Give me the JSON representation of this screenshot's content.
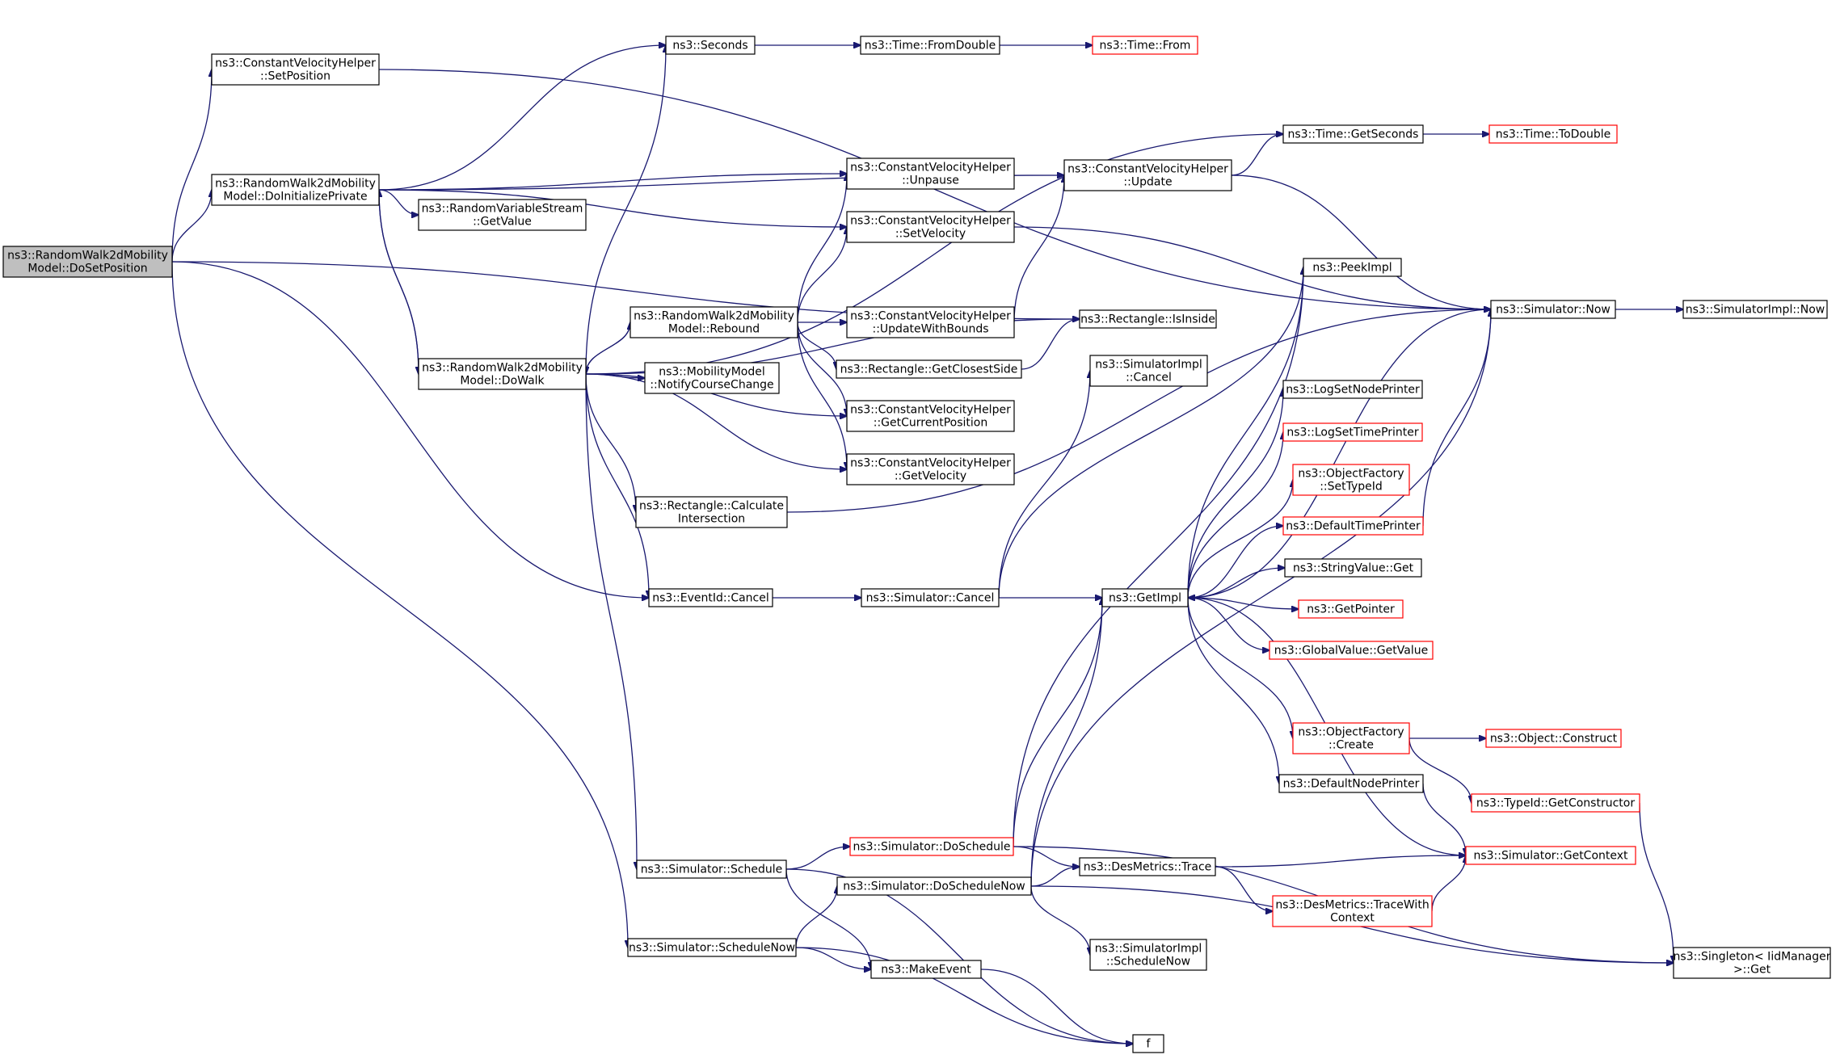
{
  "graph": {
    "title": "",
    "colors": {
      "edge": "#191970",
      "normal_border": "#000000",
      "truncated_border": "#ff0000",
      "root_fill": "#bfbfbf",
      "node_fill": "#ffffff"
    },
    "nodes": [
      {
        "id": "n0",
        "lines": [
          "ns3::RandomWalk2dMobility",
          "Model::DoSetPosition"
        ],
        "style": "root"
      },
      {
        "id": "n1",
        "lines": [
          "ns3::ConstantVelocityHelper",
          "::SetPosition"
        ],
        "style": "black"
      },
      {
        "id": "n2",
        "lines": [
          "ns3::RandomWalk2dMobility",
          "Model::DoInitializePrivate"
        ],
        "style": "black"
      },
      {
        "id": "n3",
        "lines": [
          "ns3::RandomWalk2dMobility",
          "Model::DoWalk"
        ],
        "style": "black"
      },
      {
        "id": "n4",
        "lines": [
          "ns3::Seconds"
        ],
        "style": "black"
      },
      {
        "id": "n5",
        "lines": [
          "ns3::Time::FromDouble"
        ],
        "style": "black"
      },
      {
        "id": "n6",
        "lines": [
          "ns3::Time::From"
        ],
        "style": "red"
      },
      {
        "id": "n7",
        "lines": [
          "ns3::Simulator::Now"
        ],
        "style": "black"
      },
      {
        "id": "n8",
        "lines": [
          "ns3::SimulatorImpl::Now"
        ],
        "style": "black"
      },
      {
        "id": "n9",
        "lines": [
          "ns3::Time::GetSeconds"
        ],
        "style": "black"
      },
      {
        "id": "n10",
        "lines": [
          "ns3::Time::ToDouble"
        ],
        "style": "red"
      },
      {
        "id": "n11",
        "lines": [
          "ns3::ConstantVelocityHelper",
          "::Update"
        ],
        "style": "black"
      },
      {
        "id": "n12",
        "lines": [
          "ns3::ConstantVelocityHelper",
          "::Unpause"
        ],
        "style": "black"
      },
      {
        "id": "n13",
        "lines": [
          "ns3::ConstantVelocityHelper",
          "::SetVelocity"
        ],
        "style": "black"
      },
      {
        "id": "n14",
        "lines": [
          "ns3::RandomVariableStream",
          "::GetValue"
        ],
        "style": "black"
      },
      {
        "id": "n15",
        "lines": [
          "ns3::RandomWalk2dMobility",
          "Model::Rebound"
        ],
        "style": "black"
      },
      {
        "id": "n16",
        "lines": [
          "ns3::ConstantVelocityHelper",
          "::UpdateWithBounds"
        ],
        "style": "black"
      },
      {
        "id": "n17",
        "lines": [
          "ns3::Rectangle::IsInside"
        ],
        "style": "black"
      },
      {
        "id": "n18",
        "lines": [
          "ns3::PeekImpl"
        ],
        "style": "black"
      },
      {
        "id": "n19",
        "lines": [
          "ns3::Rectangle::GetClosestSide"
        ],
        "style": "black"
      },
      {
        "id": "n20",
        "lines": [
          "ns3::MobilityModel",
          "::NotifyCourseChange"
        ],
        "style": "black"
      },
      {
        "id": "n21",
        "lines": [
          "ns3::SimulatorImpl",
          "::Cancel"
        ],
        "style": "black"
      },
      {
        "id": "n22",
        "lines": [
          "ns3::ConstantVelocityHelper",
          "::GetCurrentPosition"
        ],
        "style": "black"
      },
      {
        "id": "n23",
        "lines": [
          "ns3::ConstantVelocityHelper",
          "::GetVelocity"
        ],
        "style": "black"
      },
      {
        "id": "n24",
        "lines": [
          "ns3::LogSetNodePrinter"
        ],
        "style": "black"
      },
      {
        "id": "n25",
        "lines": [
          "ns3::LogSetTimePrinter"
        ],
        "style": "red"
      },
      {
        "id": "n26",
        "lines": [
          "ns3::ObjectFactory",
          "::SetTypeId"
        ],
        "style": "red"
      },
      {
        "id": "n27",
        "lines": [
          "ns3::Rectangle::Calculate",
          "Intersection"
        ],
        "style": "black"
      },
      {
        "id": "n28",
        "lines": [
          "ns3::DefaultTimePrinter"
        ],
        "style": "red"
      },
      {
        "id": "n29",
        "lines": [
          "ns3::StringValue::Get"
        ],
        "style": "black"
      },
      {
        "id": "n30",
        "lines": [
          "ns3::EventId::Cancel"
        ],
        "style": "black"
      },
      {
        "id": "n31",
        "lines": [
          "ns3::Simulator::Cancel"
        ],
        "style": "black"
      },
      {
        "id": "n32",
        "lines": [
          "ns3::GetImpl"
        ],
        "style": "black"
      },
      {
        "id": "n33",
        "lines": [
          "ns3::GetPointer"
        ],
        "style": "red"
      },
      {
        "id": "n34",
        "lines": [
          "ns3::GlobalValue::GetValue"
        ],
        "style": "red"
      },
      {
        "id": "n35",
        "lines": [
          "ns3::ObjectFactory",
          "::Create"
        ],
        "style": "red"
      },
      {
        "id": "n36",
        "lines": [
          "ns3::Object::Construct"
        ],
        "style": "red"
      },
      {
        "id": "n37",
        "lines": [
          "ns3::DefaultNodePrinter"
        ],
        "style": "black"
      },
      {
        "id": "n38",
        "lines": [
          "ns3::TypeId::GetConstructor"
        ],
        "style": "red"
      },
      {
        "id": "n39",
        "lines": [
          "ns3::Simulator::DoSchedule"
        ],
        "style": "red"
      },
      {
        "id": "n40",
        "lines": [
          "ns3::Simulator::GetContext"
        ],
        "style": "red"
      },
      {
        "id": "n41",
        "lines": [
          "ns3::Simulator::Schedule"
        ],
        "style": "black"
      },
      {
        "id": "n42",
        "lines": [
          "ns3::DesMetrics::Trace"
        ],
        "style": "black"
      },
      {
        "id": "n43",
        "lines": [
          "ns3::Simulator::DoScheduleNow"
        ],
        "style": "black"
      },
      {
        "id": "n44",
        "lines": [
          "ns3::DesMetrics::TraceWith",
          "Context"
        ],
        "style": "red"
      },
      {
        "id": "n45",
        "lines": [
          "ns3::SimulatorImpl",
          "::ScheduleNow"
        ],
        "style": "black"
      },
      {
        "id": "n46",
        "lines": [
          "ns3::Simulator::ScheduleNow"
        ],
        "style": "black"
      },
      {
        "id": "n47",
        "lines": [
          "ns3::MakeEvent"
        ],
        "style": "black"
      },
      {
        "id": "n48",
        "lines": [
          "ns3::Singleton< IidManager",
          " >::Get"
        ],
        "style": "black"
      },
      {
        "id": "n49",
        "lines": [
          "f"
        ],
        "style": "black"
      }
    ],
    "edges": [
      [
        "n0",
        "n1"
      ],
      [
        "n0",
        "n2"
      ],
      [
        "n0",
        "n17"
      ],
      [
        "n0",
        "n30"
      ],
      [
        "n0",
        "n46"
      ],
      [
        "n1",
        "n7"
      ],
      [
        "n2",
        "n4"
      ],
      [
        "n2",
        "n12"
      ],
      [
        "n2",
        "n11"
      ],
      [
        "n2",
        "n13"
      ],
      [
        "n2",
        "n14"
      ],
      [
        "n2",
        "n3"
      ],
      [
        "n3",
        "n2"
      ],
      [
        "n3",
        "n4"
      ],
      [
        "n3",
        "n9"
      ],
      [
        "n3",
        "n15"
      ],
      [
        "n3",
        "n20"
      ],
      [
        "n3",
        "n22"
      ],
      [
        "n3",
        "n23"
      ],
      [
        "n3",
        "n27"
      ],
      [
        "n3",
        "n17"
      ],
      [
        "n3",
        "n30"
      ],
      [
        "n3",
        "n41"
      ],
      [
        "n4",
        "n5"
      ],
      [
        "n5",
        "n6"
      ],
      [
        "n7",
        "n8"
      ],
      [
        "n9",
        "n10"
      ],
      [
        "n11",
        "n9"
      ],
      [
        "n11",
        "n7"
      ],
      [
        "n13",
        "n7"
      ],
      [
        "n15",
        "n3"
      ],
      [
        "n15",
        "n12"
      ],
      [
        "n15",
        "n13"
      ],
      [
        "n15",
        "n16"
      ],
      [
        "n15",
        "n19"
      ],
      [
        "n15",
        "n22"
      ],
      [
        "n15",
        "n23"
      ],
      [
        "n16",
        "n11"
      ],
      [
        "n19",
        "n17"
      ],
      [
        "n27",
        "n7"
      ],
      [
        "n30",
        "n31"
      ],
      [
        "n31",
        "n32"
      ],
      [
        "n31",
        "n18"
      ],
      [
        "n31",
        "n21"
      ],
      [
        "n32",
        "n18"
      ],
      [
        "n32",
        "n24"
      ],
      [
        "n32",
        "n25"
      ],
      [
        "n32",
        "n26"
      ],
      [
        "n32",
        "n28"
      ],
      [
        "n32",
        "n29"
      ],
      [
        "n32",
        "n33"
      ],
      [
        "n32",
        "n34"
      ],
      [
        "n32",
        "n35"
      ],
      [
        "n32",
        "n37"
      ],
      [
        "n32",
        "n7"
      ],
      [
        "n28",
        "n7"
      ],
      [
        "n35",
        "n36"
      ],
      [
        "n35",
        "n38"
      ],
      [
        "n37",
        "n40"
      ],
      [
        "n38",
        "n48"
      ],
      [
        "n40",
        "n32"
      ],
      [
        "n41",
        "n39"
      ],
      [
        "n41",
        "n47"
      ],
      [
        "n41",
        "n49"
      ],
      [
        "n39",
        "n18"
      ],
      [
        "n39",
        "n32"
      ],
      [
        "n39",
        "n42"
      ],
      [
        "n39",
        "n48"
      ],
      [
        "n42",
        "n40"
      ],
      [
        "n42",
        "n44"
      ],
      [
        "n44",
        "n40"
      ],
      [
        "n43",
        "n32"
      ],
      [
        "n43",
        "n42"
      ],
      [
        "n43",
        "n45"
      ],
      [
        "n43",
        "n7"
      ],
      [
        "n43",
        "n48"
      ],
      [
        "n46",
        "n43"
      ],
      [
        "n46",
        "n47"
      ],
      [
        "n46",
        "n49"
      ],
      [
        "n47",
        "n49"
      ]
    ]
  }
}
